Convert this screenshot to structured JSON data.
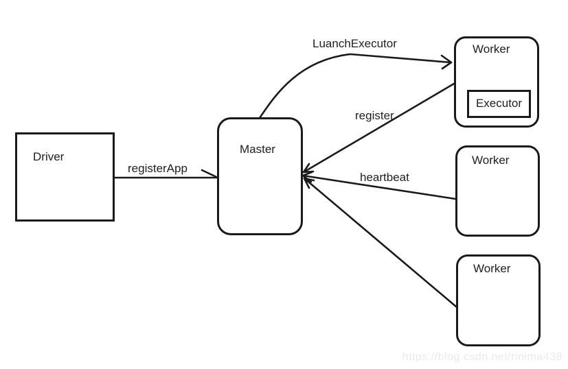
{
  "diagram": {
    "type": "flow-diagram",
    "colors": {
      "background": "#ffffff",
      "stroke": "#1a1a1a",
      "text": "#1f1f1f",
      "watermark": "#eaeaea"
    },
    "nodes": {
      "driver": {
        "label": "Driver",
        "shape": "rectangle"
      },
      "master": {
        "label": "Master",
        "shape": "rounded-rectangle"
      },
      "worker_top": {
        "label": "Worker",
        "shape": "rounded-rectangle"
      },
      "executor": {
        "label": "Executor",
        "shape": "rectangle"
      },
      "worker_middle": {
        "label": "Worker",
        "shape": "rounded-rectangle"
      },
      "worker_bottom": {
        "label": "Worker",
        "shape": "rounded-rectangle"
      }
    },
    "edges": [
      {
        "label": "registerApp",
        "from": "driver",
        "to": "master"
      },
      {
        "label": "LuanchExecutor",
        "from": "master",
        "to": "worker_top"
      },
      {
        "label": "register",
        "from": "worker_top",
        "to": "master"
      },
      {
        "label": "heartbeat",
        "from": "worker_middle",
        "to": "master"
      },
      {
        "label": "",
        "from": "worker_bottom",
        "to": "master"
      }
    ],
    "watermark": "https://blog.csdn.net/rinima438"
  }
}
